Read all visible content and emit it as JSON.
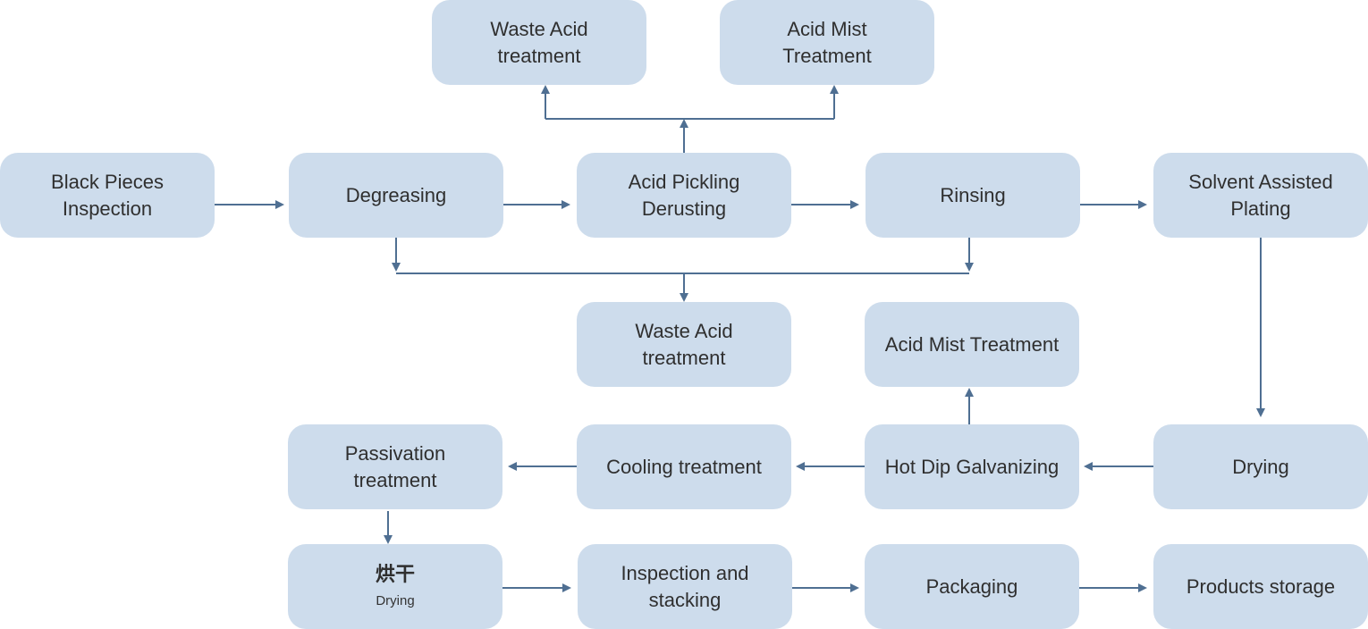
{
  "diagram": {
    "colors": {
      "box_fill": "#cddcec",
      "arrow": "#4f6f92",
      "text": "#2f2f2f"
    },
    "nodes": {
      "black_pieces_inspection": "Black Pieces Inspection",
      "degreasing": "Degreasing",
      "acid_pickling_derusting": "Acid Pickling Derusting",
      "rinsing": "Rinsing",
      "solvent_assisted_plating": "Solvent Assisted Plating",
      "waste_acid_treatment_top": "Waste Acid treatment",
      "acid_mist_treatment_top": "Acid Mist Treatment",
      "waste_acid_treatment_mid": "Waste Acid treatment",
      "acid_mist_treatment_mid": "Acid Mist Treatment",
      "drying": "Drying",
      "hot_dip_galvanizing": "Hot Dip Galvanizing",
      "cooling_treatment": "Cooling treatment",
      "passivation_treatment": "Passivation treatment",
      "drying_cn": "烘干",
      "drying_cn_sub": "Drying",
      "inspection_and_stacking": "Inspection and stacking",
      "packaging": "Packaging",
      "products_storage": "Products storage"
    }
  }
}
